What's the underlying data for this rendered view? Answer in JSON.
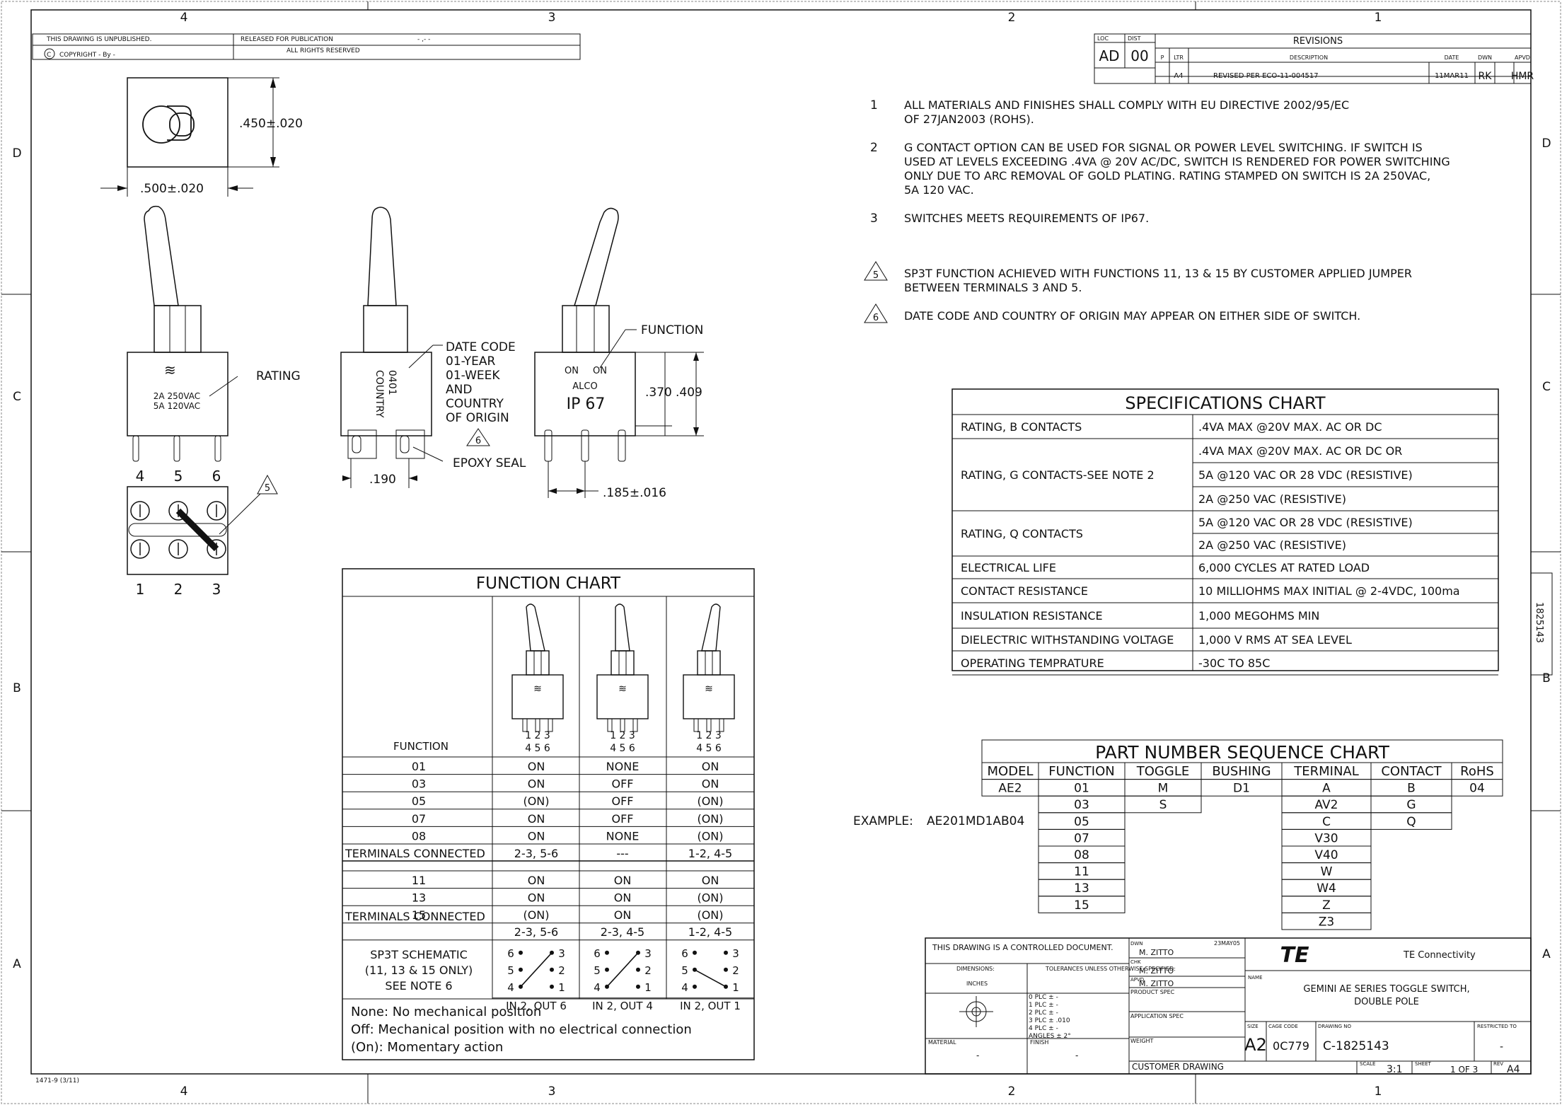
{
  "zones": {
    "top": [
      "4",
      "3",
      "2",
      "1"
    ],
    "side": [
      "D",
      "C",
      "B",
      "A"
    ]
  },
  "header": {
    "unpublished": "THIS DRAWING IS UNPUBLISHED.",
    "released": "RELEASED FOR PUBLICATION",
    "copyright": "COPYRIGHT  -    By  -",
    "rights": "ALL RIGHTS RESERVED",
    "dashes": "- ,-  -"
  },
  "revisions": {
    "loc_label": "LOC",
    "loc": "AD",
    "dist_label": "DIST",
    "dist": "00",
    "title": "REVISIONS",
    "columns": [
      "P",
      "LTR",
      "DESCRIPTION",
      "DATE",
      "DWN",
      "APVD"
    ],
    "row": {
      "ltr": "A4",
      "description": "REVISED PER ECO-11-004517",
      "date": "11MAR11",
      "dwn": "RK",
      "apvd": "HMR"
    }
  },
  "notes": [
    {
      "num": "1",
      "lines": [
        "ALL MATERIALS AND FINISHES SHALL COMPLY WITH EU DIRECTIVE 2002/95/EC",
        "OF 27JAN2003 (ROHS)."
      ]
    },
    {
      "num": "2",
      "lines": [
        "G CONTACT OPTION CAN BE USED FOR SIGNAL OR POWER LEVEL SWITCHING.  IF SWITCH IS",
        "USED AT LEVELS EXCEEDING .4VA @ 20V AC/DC, SWITCH IS RENDERED FOR POWER SWITCHING",
        "ONLY DUE TO ARC REMOVAL OF GOLD PLATING.  RATING STAMPED ON SWITCH IS 2A 250VAC,",
        "5A 120 VAC."
      ]
    },
    {
      "num": "3",
      "lines": [
        "SWITCHES MEETS REQUIREMENTS OF IP67."
      ]
    },
    {
      "num": "5",
      "lines": [
        "SP3T FUNCTION ACHIEVED WITH FUNCTIONS 11, 13 & 15 BY CUSTOMER APPLIED JUMPER",
        "BETWEEN TERMINALS 3 AND 5."
      ]
    },
    {
      "num": "6",
      "lines": [
        "DATE CODE AND COUNTRY OF ORIGIN MAY APPEAR ON EITHER SIDE OF SWITCH."
      ]
    }
  ],
  "dims": {
    "width": ".500±.020",
    "height": ".450±.020",
    "height2": ".370",
    "height3": ".409",
    "pitch": ".190",
    "pin": ".185±.016"
  },
  "views": {
    "rating": "RATING",
    "rating_l1": "2A  250VAC",
    "rating_l2": "5A  120VAC",
    "datecode_l1": "0401",
    "datecode_l2": "COUNTRY",
    "callout_date": [
      "DATE CODE",
      "01-YEAR",
      "01-WEEK",
      "AND",
      "COUNTRY",
      "OF ORIGIN"
    ],
    "callout_note6": "6",
    "epoxy": "EPOXY SEAL",
    "function": "FUNCTION",
    "side_on1": "ON",
    "side_on2": "ON",
    "side_alco": "ALCO",
    "side_ip": "IP 67",
    "pins_top": [
      "4",
      "5",
      "6"
    ],
    "pins_bottom": [
      "1",
      "2",
      "3"
    ],
    "jumper_note": "5"
  },
  "function_chart": {
    "title": "FUNCTION CHART",
    "function_label": "FUNCTION",
    "pin_top": "1  2  3",
    "pin_bottom": "4  5  6",
    "rows": [
      [
        "01",
        "ON",
        "NONE",
        "ON"
      ],
      [
        "03",
        "ON",
        "OFF",
        "ON"
      ],
      [
        "05",
        "(ON)",
        "OFF",
        "(ON)"
      ],
      [
        "07",
        "ON",
        "OFF",
        "(ON)"
      ],
      [
        "08",
        "ON",
        "NONE",
        "(ON)"
      ]
    ],
    "terminals_label": "TERMINALS CONNECTED",
    "terminals_1": [
      "2-3, 5-6",
      "---",
      "1-2, 4-5"
    ],
    "rows2": [
      [
        "11",
        "ON",
        "ON",
        "ON"
      ],
      [
        "13",
        "ON",
        "ON",
        "(ON)"
      ],
      [
        "15",
        "(ON)",
        "ON",
        "(ON)"
      ]
    ],
    "terminals_2": [
      "2-3, 5-6",
      "2-3, 4-5",
      "1-2, 4-5"
    ],
    "schematic_label": [
      "SP3T SCHEMATIC",
      "(11, 13 & 15 ONLY)",
      "SEE NOTE 6"
    ],
    "schematic_pins": {
      "r1": [
        "6",
        "3"
      ],
      "r2": [
        "5",
        "2"
      ],
      "r3": [
        "4",
        "1"
      ]
    },
    "schematic_io": [
      "IN 2, OUT 6",
      "IN 2, OUT 4",
      "IN 2, OUT 1"
    ],
    "legend": [
      "None:   No mechanical position",
      "Off:    Mechanical position with no electrical connection",
      "(On):   Momentary action"
    ]
  },
  "specs": {
    "title": "SPECIFICATIONS CHART",
    "rows": [
      {
        "label": "RATING, B CONTACTS",
        "values": [
          ".4VA MAX @20V MAX. AC OR DC"
        ]
      },
      {
        "label": "RATING, G CONTACTS-SEE NOTE 2",
        "values": [
          ".4VA MAX @20V MAX. AC OR DC OR",
          "5A @120 VAC OR 28 VDC (RESISTIVE)",
          "2A @250 VAC    (RESISTIVE)"
        ]
      },
      {
        "label": "RATING, Q CONTACTS",
        "values": [
          "5A @120 VAC OR 28 VDC (RESISTIVE)",
          "2A @250 VAC    (RESISTIVE)"
        ]
      },
      {
        "label": "ELECTRICAL LIFE",
        "values": [
          "6,000 CYCLES AT RATED LOAD"
        ]
      },
      {
        "label": "CONTACT RESISTANCE",
        "values": [
          "10 MILLIOHMS MAX INITIAL @ 2-4VDC, 100ma"
        ]
      },
      {
        "label": "INSULATION RESISTANCE",
        "values": [
          "1,000 MEGOHMS MIN"
        ]
      },
      {
        "label": "DIELECTRIC WITHSTANDING VOLTAGE",
        "values": [
          "1,000 V RMS AT SEA LEVEL"
        ]
      },
      {
        "label": "OPERATING TEMPRATURE",
        "values": [
          "-30C TO 85C"
        ]
      }
    ]
  },
  "part_number": {
    "title": "PART NUMBER SEQUENCE CHART",
    "headers": [
      "MODEL",
      "FUNCTION",
      "TOGGLE",
      "BUSHING",
      "TERMINAL",
      "CONTACT",
      "RoHS"
    ],
    "model": [
      "AE2"
    ],
    "function": [
      "01",
      "03",
      "05",
      "07",
      "08",
      "11",
      "13",
      "15"
    ],
    "toggle": [
      "M",
      "S"
    ],
    "bushing": [
      "D1"
    ],
    "terminal": [
      "A",
      "AV2",
      "C",
      "V30",
      "V40",
      "W",
      "W4",
      "Z",
      "Z3"
    ],
    "contact": [
      "B",
      "G",
      "Q"
    ],
    "rohs": [
      "04"
    ],
    "example_label": "EXAMPLE:",
    "example": "AE201MD1AB04"
  },
  "side_tab": "1825143",
  "title_block": {
    "controlled": "THIS DRAWING IS A CONTROLLED DOCUMENT.",
    "dwn_label": "DWN",
    "dwn": "M. ZITTO",
    "dwn_date": "23MAY05",
    "chk_label": "CHK",
    "chk": "M. ZITTO",
    "apvd_label": "APVD",
    "apvd": "M. ZITTO",
    "dims_label": "DIMENSIONS:",
    "dims_unit": "INCHES",
    "tol_label": "TOLERANCES UNLESS OTHERWISE SPECIFIED:",
    "tol_rows": [
      "0 PLC   ± -",
      "1 PLC   ± -",
      "2 PLC   ± -",
      "3 PLC   ± .010",
      "4 PLC   ± -",
      "ANGLES         ± 2°"
    ],
    "product_spec": "PRODUCT SPEC",
    "application_spec": "APPLICATION SPEC",
    "weight": "WEIGHT",
    "material": "MATERIAL",
    "finish": "FINISH",
    "dash": "-",
    "company": "TE Connectivity",
    "logo": "TE",
    "name_label": "NAME",
    "name_l1": "GEMINI AE SERIES TOGGLE SWITCH,",
    "name_l2": "DOUBLE POLE",
    "size_label": "SIZE",
    "size": "A2",
    "cage_label": "CAGE CODE",
    "cage": "0C779",
    "dwgno_label": "DRAWING NO",
    "dwgno": "C-1825143",
    "restricted": "RESTRICTED TO",
    "customer": "CUSTOMER DRAWING",
    "scale_label": "SCALE",
    "scale": "3:1",
    "sheet_label": "SHEET",
    "sheet": "1 OF 3",
    "rev_label": "REV",
    "rev": "A4"
  },
  "footer": "1471-9  (3/11)"
}
